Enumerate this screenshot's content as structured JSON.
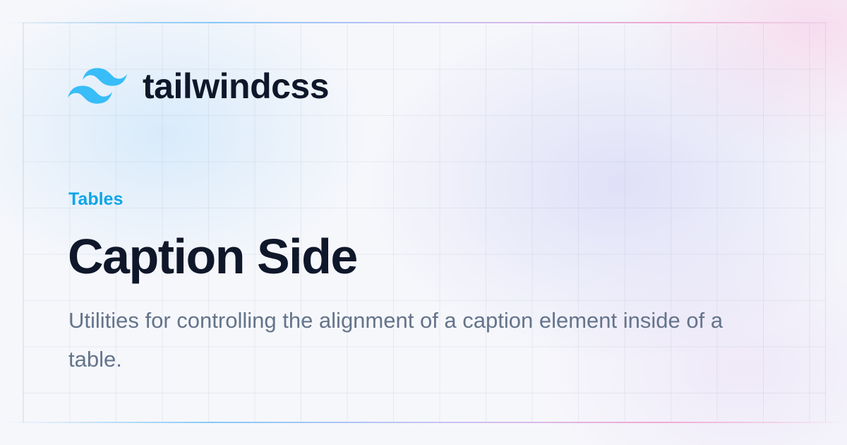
{
  "brand": {
    "name": "tailwindcss",
    "logo_icon": "tailwind-logo-icon",
    "logo_color": "#38bdf8"
  },
  "page": {
    "section": "Tables",
    "title": "Caption Side",
    "description": "Utilities for controlling the alignment of a caption element inside of a table."
  },
  "colors": {
    "accent": "#0ea5e9",
    "title": "#0f172a",
    "text": "#64748b"
  }
}
